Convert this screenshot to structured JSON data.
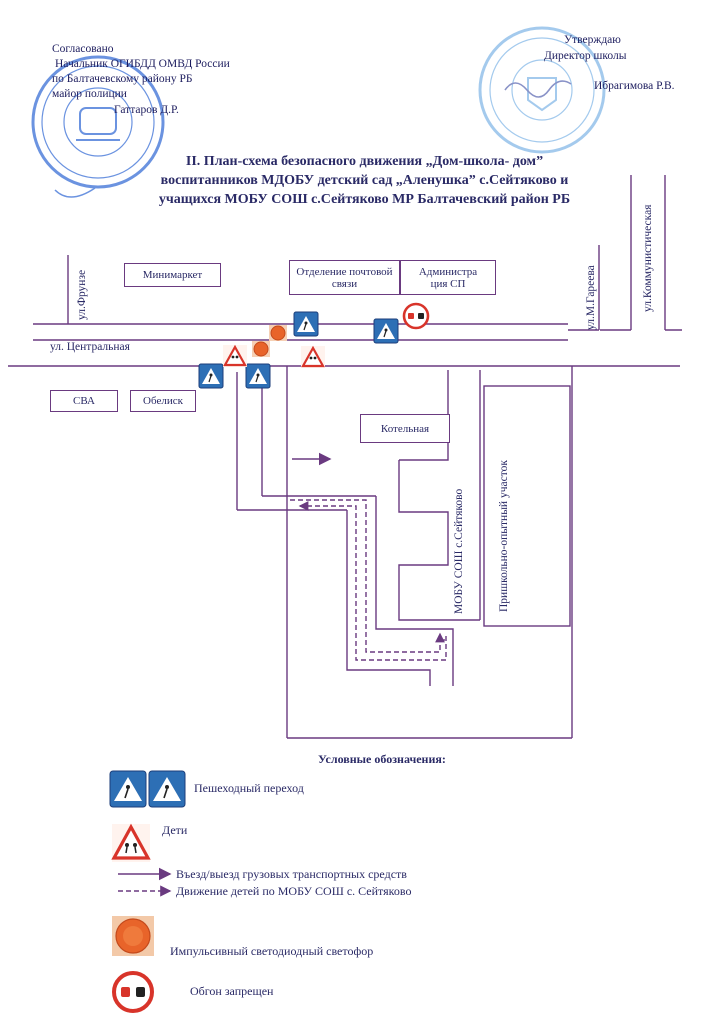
{
  "approval_left": {
    "line1": "Согласовано",
    "line2": "Начальник ОГИБДД ОМВД России",
    "line3": "по Балтачевскому району РБ",
    "line4": "майор полиции",
    "line5": "Гаттаров Д.Р."
  },
  "approval_right": {
    "line1": "Утверждаю",
    "line2": "Директор школы",
    "line3": "Ибрагимова Р.В."
  },
  "title": {
    "line1": "II. План-схема безопасного движения  „Дом-школа- дом”",
    "line2": "воспитанников МДОБУ детский сад „Аленушка” с.Сейтяково и",
    "line3": "учащихся МОБУ СОШ с.Сейтяково МР Балтачевский район РБ"
  },
  "streets": {
    "frunze": "ул.Фрунзе",
    "tsentralnaya": "ул. Центральная",
    "gareeva": "ул.М.Гареева",
    "kommunisticheskaya": "ул.Коммунистическая"
  },
  "buildings": {
    "minimarket": "Минимаркет",
    "post_office": "Отделение почтовой связи",
    "administration": "Администра ция СП",
    "sva": "СВА",
    "obelisk": "Обелиск",
    "boiler": "Котельная",
    "school": "МОБУ СОШ с.Сейтяково",
    "plot": "Пришкольно-опытный участок"
  },
  "legend": {
    "title": "Условные обозначения:",
    "crossing": "Пешеходный переход",
    "children": "Дети",
    "truck_route": "Въезд/выезд грузовых транспортных средств",
    "children_route": "Движение детей по МОБУ СОШ с. Сейтяково",
    "traffic_light": "Импульсивный светодиодный светофор",
    "no_overtaking": "Обгон запрещен"
  },
  "colors": {
    "road": "#6a3a80",
    "sign_blue": "#2d6fb5",
    "sign_red": "#d8342a",
    "stamp_blue": "#3a6fd6",
    "light_orange": "#e8642a"
  }
}
